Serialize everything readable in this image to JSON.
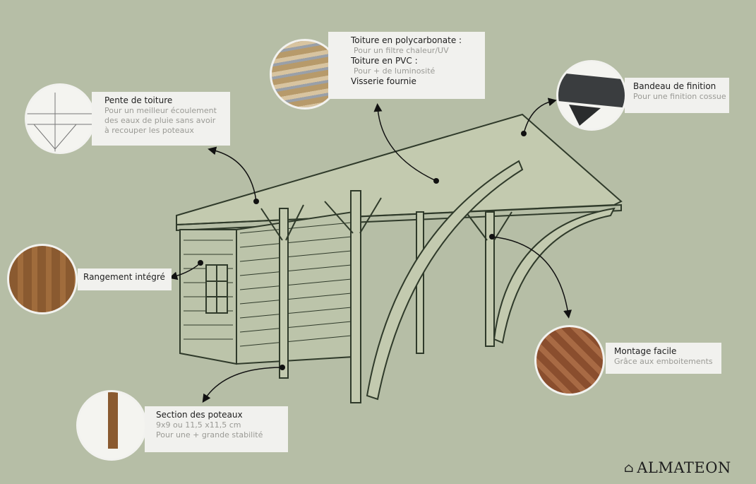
{
  "callouts": {
    "pente": {
      "title": "Pente de toiture",
      "lines": [
        "Pour un meilleur écoulement",
        "des eaux de pluie sans avoir",
        "à recouper les poteaux"
      ]
    },
    "toiture": {
      "title1": "Toiture en polycarbonate :",
      "sub1": "Pour un filtre chaleur/UV",
      "title2": "Toiture en PVC :",
      "sub2": "Pour + de luminosité",
      "title3": "Visserie fournie"
    },
    "bandeau": {
      "title": "Bandeau de finition",
      "sub": "Pour une finition cossue"
    },
    "rangement": {
      "title": "Rangement intégré"
    },
    "montage": {
      "title": "Montage facile",
      "sub": "Grâce aux emboitements"
    },
    "section": {
      "title": "Section des poteaux",
      "lines": [
        "9x9 ou 11,5 x11,5 cm",
        "Pour une + grande stabilité"
      ]
    }
  },
  "brand": {
    "name": "ALMATEON"
  },
  "colors": {
    "background": "#b6bea6",
    "box": "#f1f1ee",
    "line": "#2f3a2a"
  }
}
